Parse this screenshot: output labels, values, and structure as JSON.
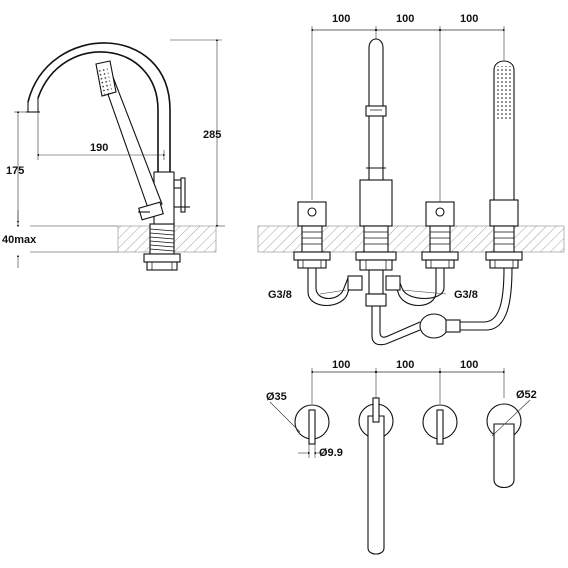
{
  "diagram": {
    "side_view": {
      "height_label": "285",
      "reach_label": "190",
      "spout_height_label": "175",
      "deck_thickness_label": "40max"
    },
    "front_view": {
      "spacing_labels": [
        "100",
        "100",
        "100"
      ],
      "connection_left_label": "G3/8",
      "connection_right_label": "G3/8"
    },
    "plan_view": {
      "spacing_labels": [
        "100",
        "100",
        "100"
      ],
      "handle_diameter_label": "Ø35",
      "hole_diameter_label": "Ø9.9",
      "shower_diameter_label": "Ø52"
    }
  }
}
